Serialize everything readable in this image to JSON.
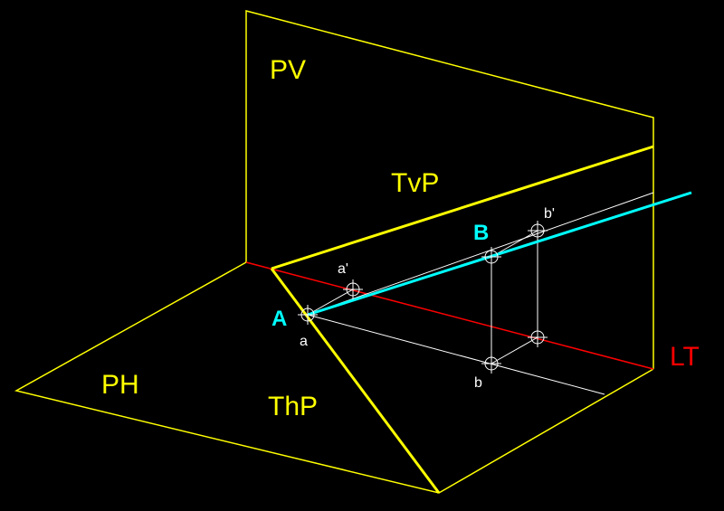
{
  "colors": {
    "background": "#000000",
    "plane": "#ffff00",
    "trace": "#ffff00",
    "ground_line": "#ff0000",
    "line_ab": "#00ffff",
    "projection": "#ffffff",
    "label_plane": "#ffff00",
    "label_point": "#00ffff",
    "label_projection": "#ffffff",
    "label_lt": "#ff0000"
  },
  "labels": {
    "pv": "PV",
    "ph": "PH",
    "tvp": "TvP",
    "thp": "ThP",
    "lt": "LT",
    "point_a": "A",
    "point_b": "B",
    "proj_a_vertical": "a'",
    "proj_a_horizontal": "a",
    "proj_b_vertical": "b'",
    "proj_b_horizontal": "b"
  }
}
